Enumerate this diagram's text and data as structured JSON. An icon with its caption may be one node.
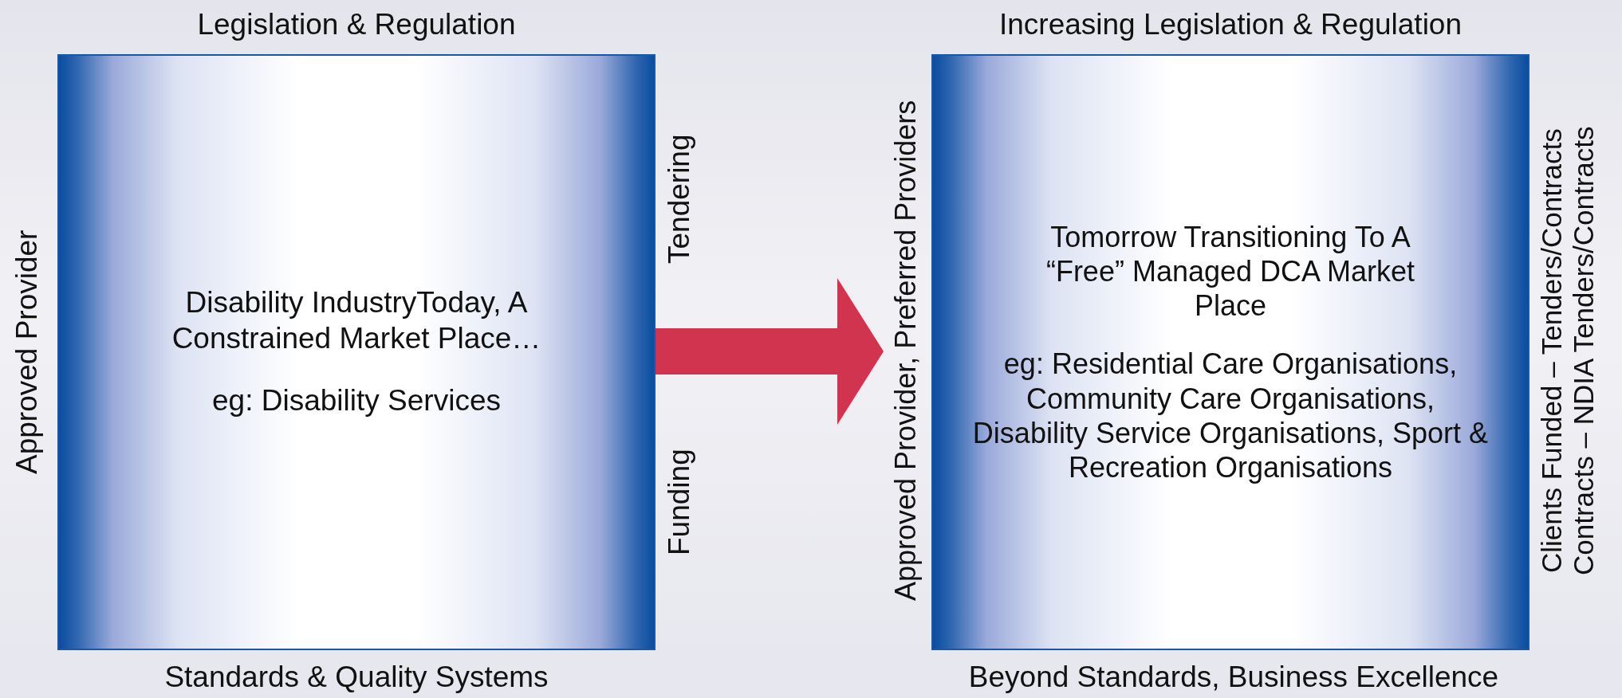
{
  "diagram": {
    "nodes": [
      {
        "text": [
          "Disability IndustryToday, A Constrained Market Place…",
          "eg: Disability Services"
        ],
        "beside": [
          "Legislation & Regulation",
          "Standards & Quality Systems",
          "Approved Provider",
          "Tendering",
          "Funding"
        ]
      },
      {
        "text": [
          "Tomorrow Transitioning To A “Free” Managed DCA Market Place",
          "eg: Residential Care Organisations, Community Care Organisations, Disability Service Organisations, Sport & Recreation Organisations"
        ],
        "beside": [
          "Increasing Legislation & Regulation",
          "Beyond Standards, Business Excellence",
          "Approved Provider, Preferred Providers",
          "Clients Funded – Tenders/Contracts",
          "Contracts – NDIA Tenders/Contracts"
        ]
      }
    ],
    "edges": [
      {
        "from": 0,
        "to": 1,
        "arrow": "to",
        "color": "#d0344f"
      }
    ]
  }
}
